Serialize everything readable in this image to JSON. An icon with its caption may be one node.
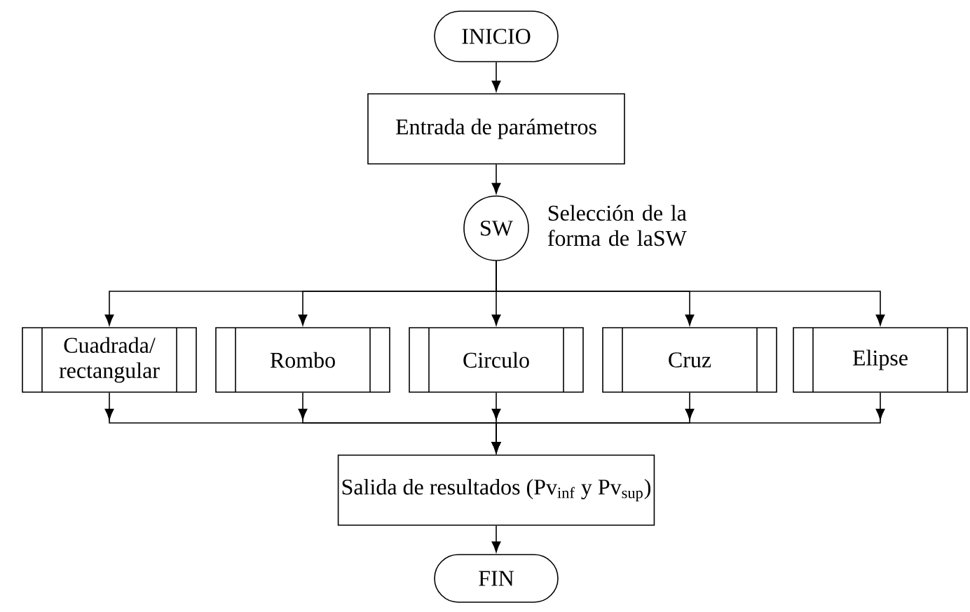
{
  "diagram": {
    "nodes": [
      {
        "text": [
          "INICIO"
        ]
      },
      {
        "text": [
          "Entrada de parámetros"
        ]
      },
      {
        "text": [
          "SW"
        ],
        "beside": [
          "Selección de la forma de laSW"
        ]
      },
      {
        "text": [
          "Cuadrada/ rectangular"
        ]
      },
      {
        "text": [
          "Rombo"
        ]
      },
      {
        "text": [
          "Circulo"
        ]
      },
      {
        "text": [
          "Cruz"
        ]
      },
      {
        "text": [
          "Elipse"
        ]
      },
      {
        "text": [
          "Salida de resultados (Pv$_{inf}$ y Pv$_{sup}$)"
        ]
      },
      {
        "text": [
          "FIN"
        ]
      }
    ],
    "edges": [
      {
        "from": 0,
        "to": 1,
        "arrow": "to"
      },
      {
        "from": 1,
        "to": 2,
        "arrow": "to"
      },
      {
        "from": 2,
        "to": 3,
        "arrow": "to"
      },
      {
        "from": 2,
        "to": 4,
        "arrow": "to"
      },
      {
        "from": 2,
        "to": 5,
        "arrow": "to"
      },
      {
        "from": 2,
        "to": 6,
        "arrow": "to"
      },
      {
        "from": 2,
        "to": 7,
        "arrow": "to"
      },
      {
        "from": 3,
        "to": 8,
        "arrow": "to"
      },
      {
        "from": 4,
        "to": 8,
        "arrow": "to"
      },
      {
        "from": 5,
        "to": 8,
        "arrow": "to"
      },
      {
        "from": 6,
        "to": 8,
        "arrow": "to"
      },
      {
        "from": 7,
        "to": 8,
        "arrow": "to"
      },
      {
        "from": 8,
        "to": 9,
        "arrow": "to"
      }
    ]
  }
}
